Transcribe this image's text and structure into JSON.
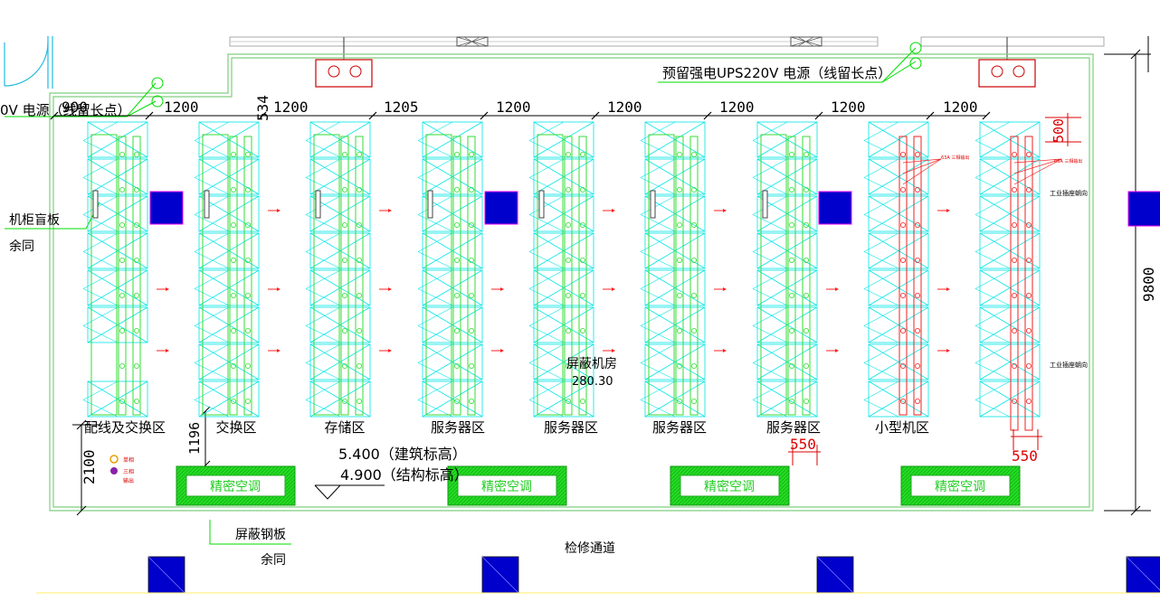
{
  "texts": {
    "ups_power": "预留强电UPS220V  电源（线留长点）",
    "left_power": "0V 电源（线留长点）",
    "blank_panel": "机柜盲板",
    "blank_panel_rest": "余同",
    "room_name": "屏蔽机房",
    "room_area": "280.30",
    "elev_building": "5.400（建筑标高）",
    "elev_structure": "4.900（结构标高）",
    "shield_plate": "屏蔽钢板",
    "shield_plate_rest": "余同",
    "passage": "检修通道",
    "socket_dir": "工业插座朝向",
    "socket_dir_2": "工业插座朝向",
    "leg1": "单相",
    "leg2": "三相",
    "leg3": "输出",
    "tag_63a_1": "63A 三相输出",
    "tag_63a_2": "63A 三相输出"
  },
  "dimensions": {
    "top": [
      "900",
      "1200",
      "534",
      "1200",
      "1205",
      "1200",
      "1200",
      "1200",
      "1200",
      "1200",
      "1200"
    ],
    "right": "9800",
    "left_bottom": "2100",
    "aisle": "1196",
    "r500": "500",
    "w550a": "550",
    "w550b": "550"
  },
  "zones": [
    "配线及交换区",
    "交换区",
    "存储区",
    "服务器区",
    "服务器区",
    "服务器区",
    "服务器区",
    "小型机区",
    ""
  ],
  "ac_units": [
    "精密空调",
    "精密空调",
    "精密空调",
    "精密空调"
  ],
  "colors": {
    "wall": "#7fcf7f",
    "rack_outline": "#00e5e5",
    "rack_inner": "#33dd33",
    "small_rack": "#ee2222",
    "column": "#0000cc",
    "ac_fill": "#22dd22",
    "airflow": "#ff2020",
    "callout": "#00dd00",
    "text": "#000000"
  }
}
